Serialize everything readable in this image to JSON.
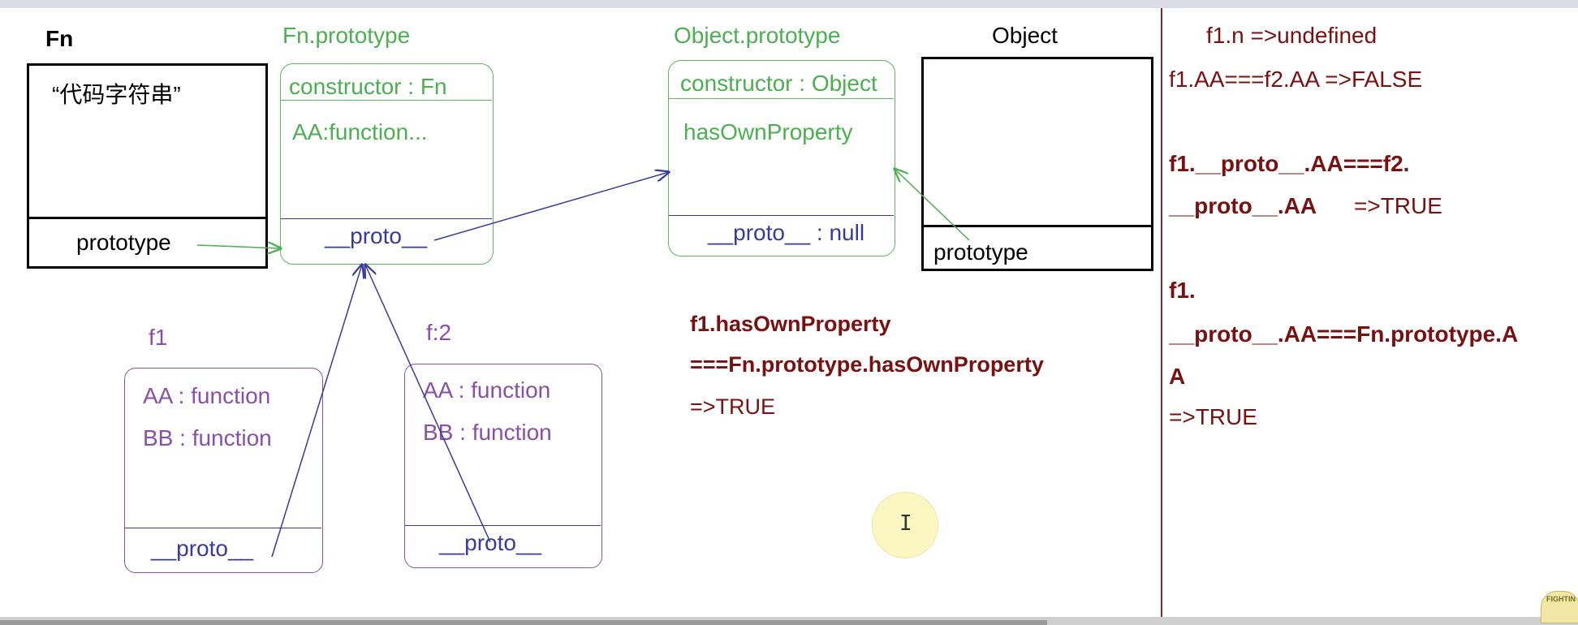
{
  "fn": {
    "title": "Fn",
    "code": "“代码字符串”",
    "prototype_label": "prototype"
  },
  "fn_prototype": {
    "title": "Fn.prototype",
    "constructor": "constructor : Fn",
    "method": "AA:function...",
    "proto": "__proto__"
  },
  "object_prototype": {
    "title": "Object.prototype",
    "constructor": "constructor : Object",
    "method": "hasOwnProperty",
    "proto": "__proto__  : null"
  },
  "object": {
    "title": "Object",
    "prototype_label": "prototype"
  },
  "f1": {
    "title": "f1",
    "aa": "AA : function",
    "bb": "BB : function",
    "proto": "__proto__"
  },
  "f2": {
    "title": "f:2",
    "aa": "AA : function",
    "bb": "BB : function",
    "proto": "__proto__"
  },
  "middle_note": {
    "line1": "f1.hasOwnProperty",
    "line2": "===Fn.prototype.hasOwnProperty",
    "line3": "=>TRUE"
  },
  "right_notes": {
    "l1": "f1.n  =>undefined",
    "l2": "f1.AA===f2.AA     =>FALSE",
    "l3": "f1.__proto__.AA===f2.",
    "l4a": "__proto__.AA",
    "l4b": "=>TRUE",
    "l5": "f1.",
    "l6": "__proto__.AA===Fn.prototype.A",
    "l7": "A",
    "l8": "=>TRUE"
  },
  "mascot_label": "FIGHTIN",
  "colors": {
    "green": "#4caf50",
    "blue": "#3a3a9a",
    "purple": "#8a4fa8",
    "maroon": "#7a1010"
  }
}
